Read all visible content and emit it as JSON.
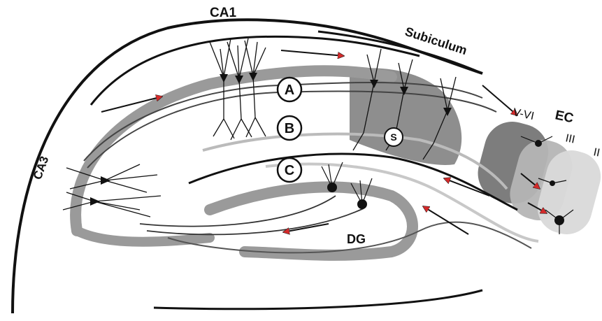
{
  "labels": {
    "ca1": "CA1",
    "ca3": "CA3",
    "subiculum": "Subiculum",
    "dg": "DG",
    "ec": "EC",
    "layer_v_vi": "V-VI",
    "layer_iii": "III",
    "layer_ii": "II"
  },
  "pathways": {
    "a": "A",
    "b": "B",
    "c": "C"
  },
  "subiculum_marker": "S",
  "colors": {
    "arrow_head": "#d42a2a",
    "dark_region": "#7a7a7a",
    "mid_region": "#9a9a9a",
    "light_region": "#cfcfcf",
    "outline": "#111111"
  }
}
